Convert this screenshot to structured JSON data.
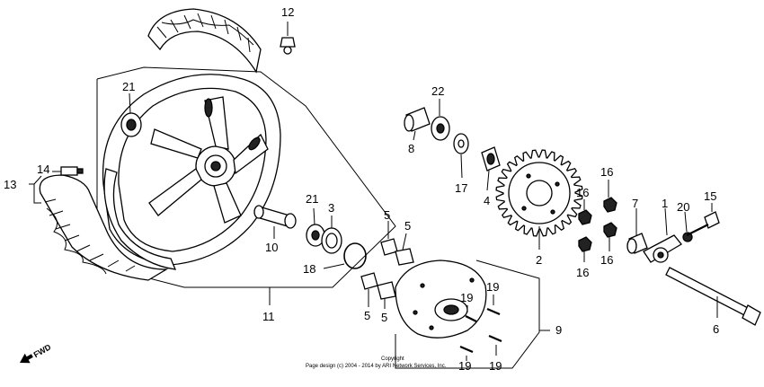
{
  "callouts": {
    "c1": "1",
    "c2": "2",
    "c3": "3",
    "c4": "4",
    "c5a": "5",
    "c5b": "5",
    "c5c": "5",
    "c5d": "5",
    "c6": "6",
    "c7": "7",
    "c8": "8",
    "c9": "9",
    "c10": "10",
    "c11": "11",
    "c12": "12",
    "c13": "13",
    "c14": "14",
    "c15": "15",
    "c16a": "16",
    "c16b": "16",
    "c16c": "16",
    "c16d": "16",
    "c17": "17",
    "c18": "18",
    "c19a": "19",
    "c19b": "19",
    "c19c": "19",
    "c19d": "19",
    "c20": "20",
    "c21a": "21",
    "c21b": "21",
    "c22": "22"
  },
  "fwd_label": "FWD",
  "copyright": {
    "line1": "Copyright",
    "line2": "Page design (c) 2004 - 2014 by ARI Network Services, Inc."
  },
  "icons": [
    "fwd-arrow-icon"
  ]
}
